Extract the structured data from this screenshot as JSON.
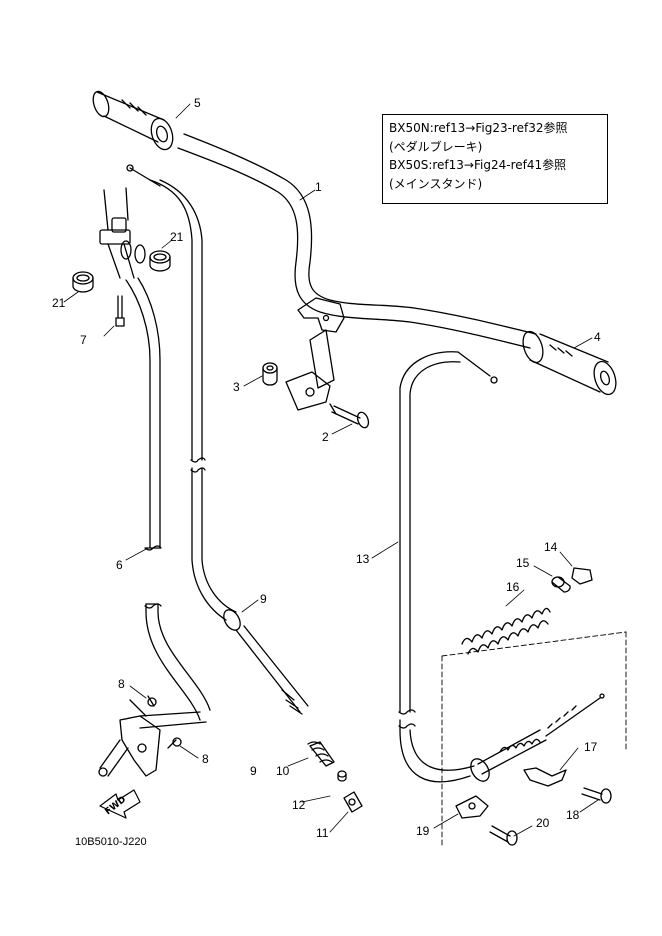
{
  "notes": [
    "BX50N:ref13→Fig23-ref32参照",
    "(ペダルブレーキ)",
    "BX50S:ref13→Fig24-ref41参照",
    "(メインスタンド)"
  ],
  "callouts": [
    "1",
    "2",
    "3",
    "4",
    "5",
    "6",
    "7",
    "8",
    "8",
    "9",
    "9",
    "10",
    "11",
    "12",
    "13",
    "14",
    "15",
    "16",
    "17",
    "18",
    "19",
    "20",
    "21",
    "21"
  ],
  "fwd_label": "FWD",
  "doc_code": "10B5010-J220"
}
